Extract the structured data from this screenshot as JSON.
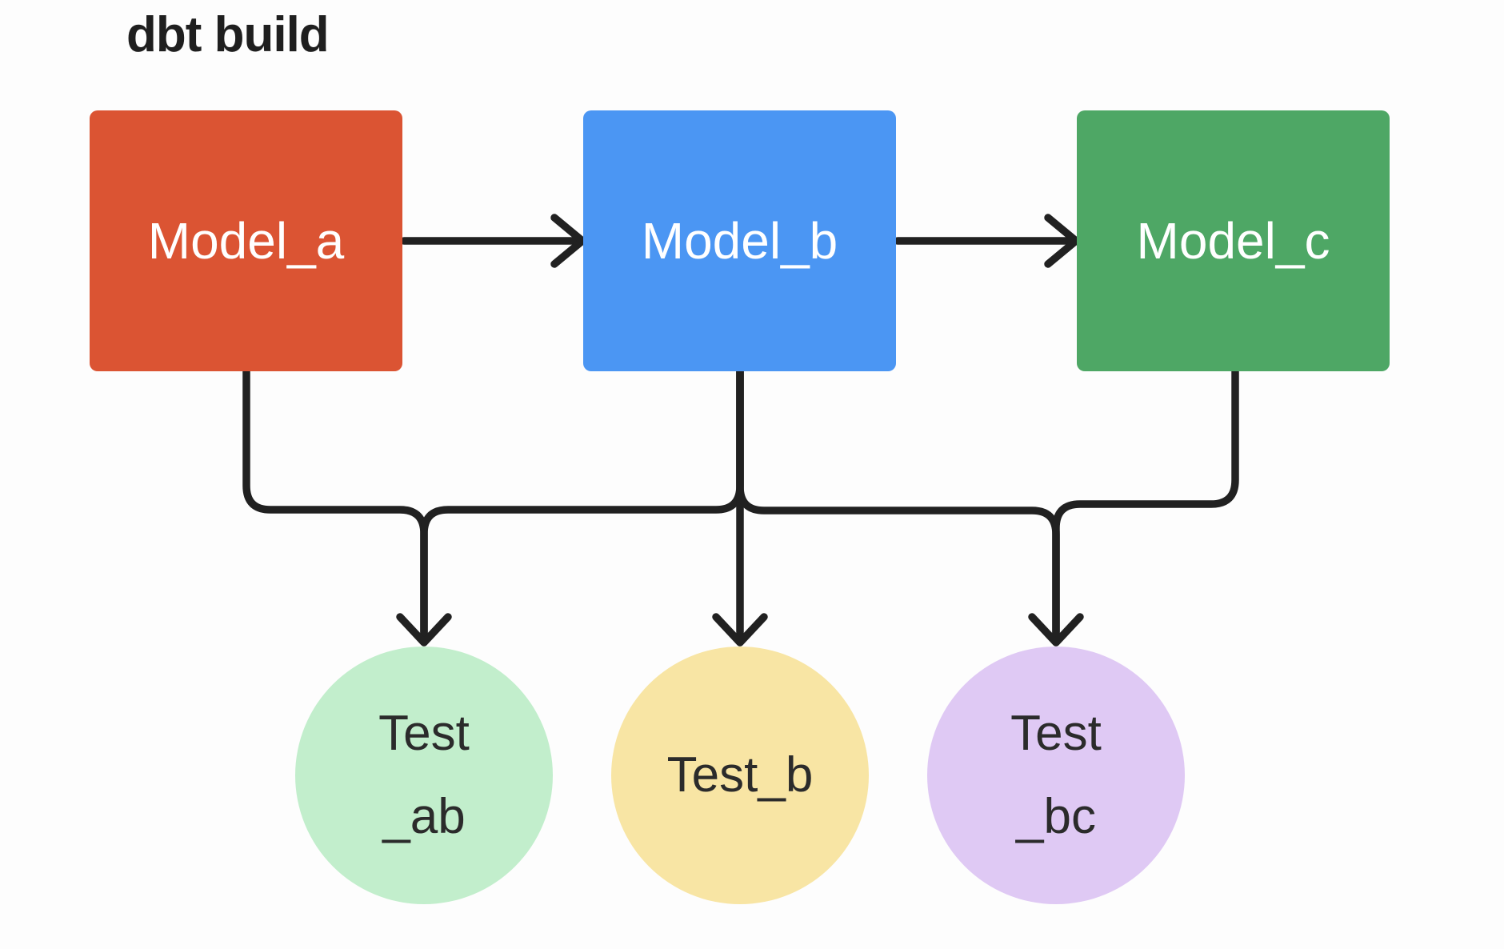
{
  "title": "dbt build",
  "colors": {
    "canvas_background": "#FDFDFD",
    "title_text": "#1F1F1F",
    "edge_line": "#212121",
    "model_label_text": "#FFFFFF",
    "test_label_text": "#2B2B2B"
  },
  "diagram": {
    "models": [
      {
        "id": "model_a",
        "label": "Model_a",
        "color": "#DB5433"
      },
      {
        "id": "model_b",
        "label": "Model_b",
        "color": "#4B96F3"
      },
      {
        "id": "model_c",
        "label": "Model_c",
        "color": "#4EA765"
      }
    ],
    "tests": [
      {
        "id": "test_ab",
        "lines": [
          "Test",
          "_ab"
        ],
        "color": "#C2EECC"
      },
      {
        "id": "test_b",
        "lines": [
          "Test_b"
        ],
        "color": "#F8E5A4"
      },
      {
        "id": "test_bc",
        "lines": [
          "Test",
          "_bc"
        ],
        "color": "#DFC9F4"
      }
    ],
    "edges": [
      {
        "from": "Model_a",
        "to": "Model_b"
      },
      {
        "from": "Model_b",
        "to": "Model_c"
      },
      {
        "from": "Model_a",
        "to": "Test_ab"
      },
      {
        "from": "Model_b",
        "to": "Test_ab"
      },
      {
        "from": "Model_b",
        "to": "Test_b"
      },
      {
        "from": "Model_b",
        "to": "Test_bc"
      },
      {
        "from": "Model_c",
        "to": "Test_bc"
      }
    ]
  }
}
